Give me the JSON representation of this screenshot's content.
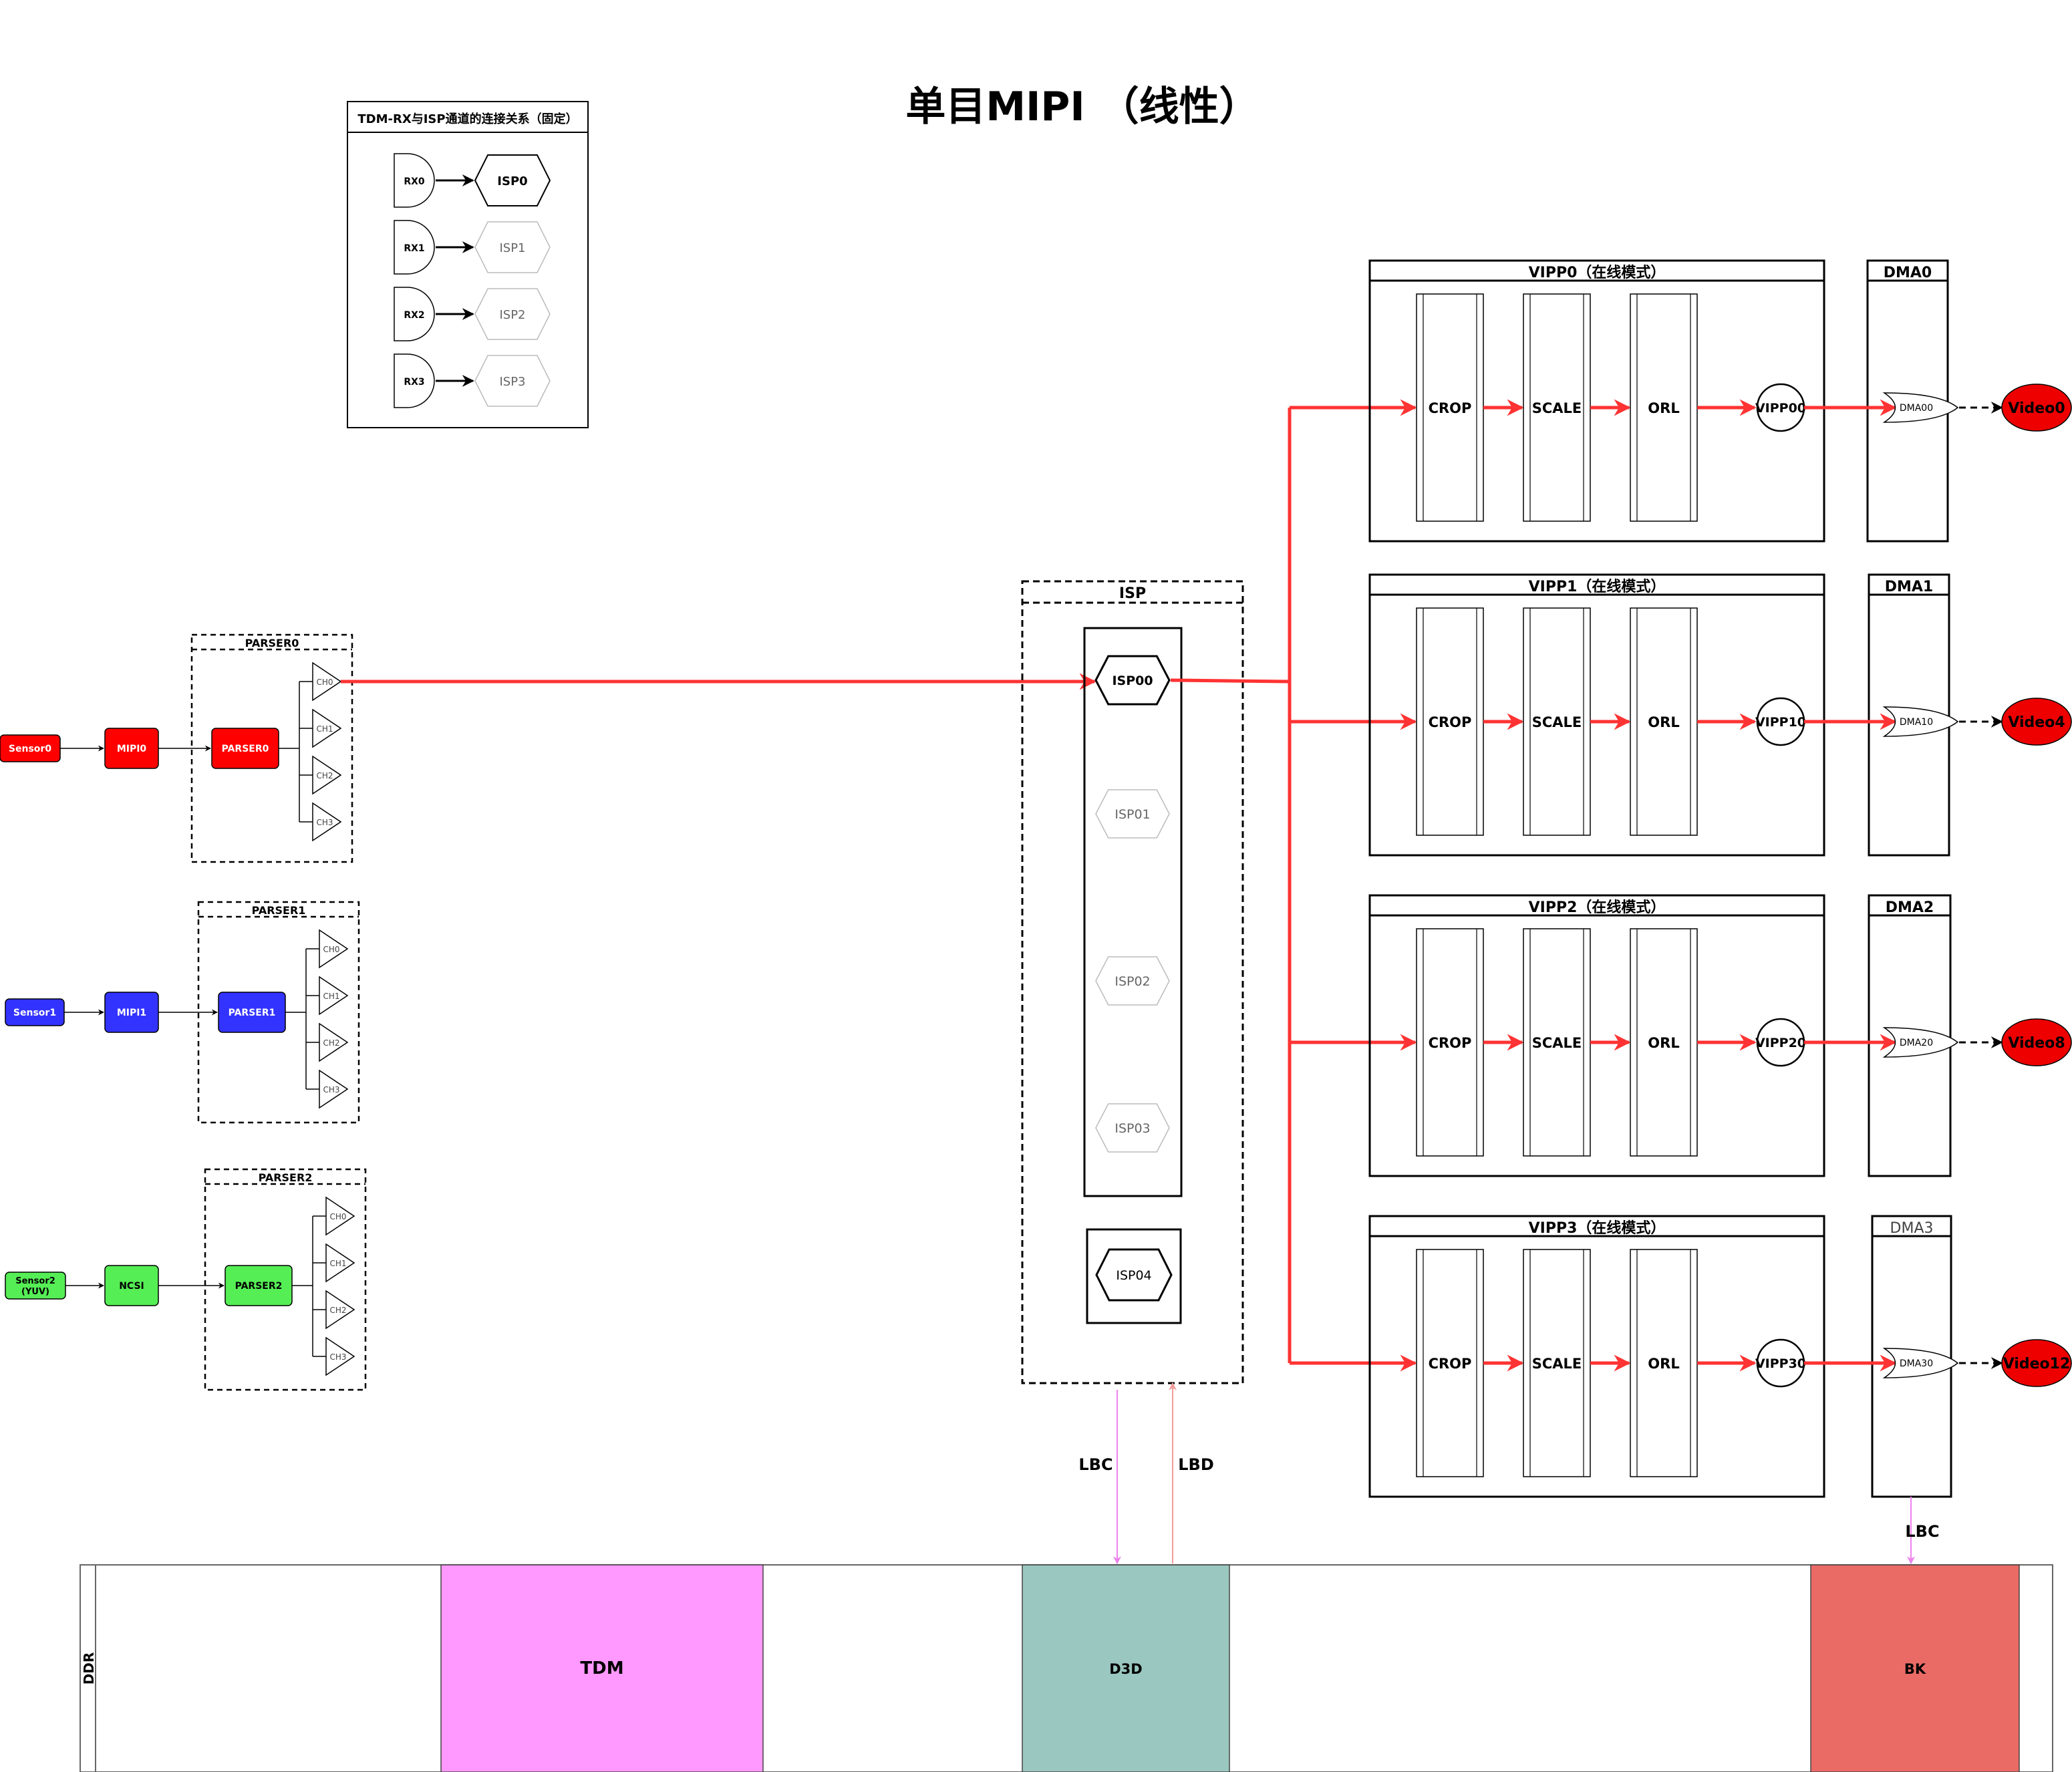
{
  "title": "单目MIPI （线性）",
  "legend": {
    "title": "TDM-RX与ISP通道的连接关系（固定）",
    "rows": [
      {
        "rx": "RX0",
        "isp": "ISP0"
      },
      {
        "rx": "RX1",
        "isp": "ISP1"
      },
      {
        "rx": "RX2",
        "isp": "ISP2"
      },
      {
        "rx": "RX3",
        "isp": "ISP3"
      }
    ]
  },
  "sensors": [
    {
      "sensor": "Sensor0",
      "mipi": "MIPI0",
      "parser": "PARSER0",
      "group_title": "PARSER0",
      "color": "#ff0000"
    },
    {
      "sensor": "Sensor1",
      "mipi": "MIPI1",
      "parser": "PARSER1",
      "group_title": "PARSER1",
      "color": "#3333ff"
    },
    {
      "sensor": "Sensor2 (YUV)",
      "mipi": "NCSI",
      "parser": "PARSER2",
      "group_title": "PARSER2",
      "color": "#55ee55"
    }
  ],
  "channels": [
    "CH0",
    "CH1",
    "CH2",
    "CH3"
  ],
  "isp": {
    "title": "ISP",
    "nodes": [
      "ISP00",
      "ISP01",
      "ISP02",
      "ISP03"
    ],
    "extra": "ISP04"
  },
  "vipps": [
    {
      "title": "VIPP0（在线模式）",
      "stages": [
        "CROP",
        "SCALE",
        "ORL"
      ],
      "out": "VIPP00",
      "dma_title": "DMA0",
      "dma": "DMA00",
      "video": "Video0"
    },
    {
      "title": "VIPP1（在线模式）",
      "stages": [
        "CROP",
        "SCALE",
        "ORL"
      ],
      "out": "VIPP10",
      "dma_title": "DMA1",
      "dma": "DMA10",
      "video": "Video4"
    },
    {
      "title": "VIPP2（在线模式）",
      "stages": [
        "CROP",
        "SCALE",
        "ORL"
      ],
      "out": "VIPP20",
      "dma_title": "DMA2",
      "dma": "DMA20",
      "video": "Video8"
    },
    {
      "title": "VIPP3（在线模式）",
      "stages": [
        "CROP",
        "SCALE",
        "ORL"
      ],
      "out": "VIPP30",
      "dma_title": "DMA3",
      "dma": "DMA30",
      "video": "Video12"
    }
  ],
  "links": {
    "lbc": "LBC",
    "lbd": "LBD",
    "lbc2": "LBC"
  },
  "ddr": {
    "label": "DDR",
    "blocks": [
      {
        "name": "TDM",
        "color": "#ff99ff"
      },
      {
        "name": "D3D",
        "color": "#9ac7bf"
      },
      {
        "name": "BK",
        "color": "#ea6b66"
      }
    ]
  },
  "colors": {
    "flow": "#ff3333",
    "video": "#ee0000",
    "lbc": "#ee82ee",
    "lbd": "#f19c99"
  }
}
